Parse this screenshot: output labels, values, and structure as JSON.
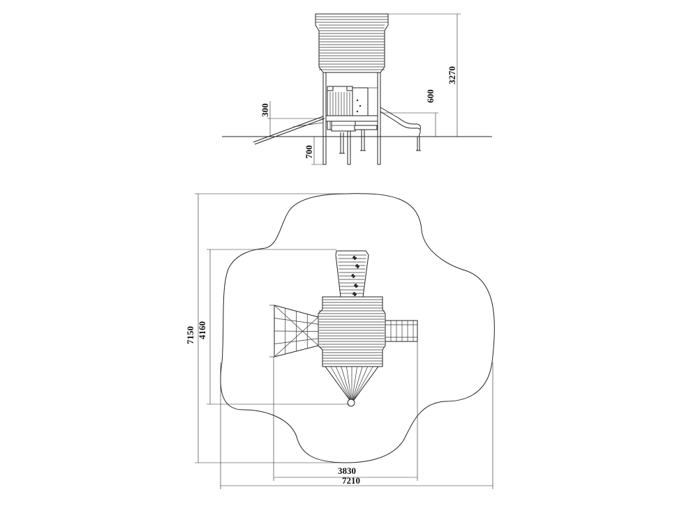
{
  "drawing": {
    "elevation_dimensions": {
      "total_height": "3270",
      "platform_height": "600",
      "ramp_height": "300",
      "footing_depth": "700"
    },
    "plan_dimensions": {
      "safety_zone_height": "7150",
      "equipment_height": "4160",
      "equipment_width": "3830",
      "safety_zone_width": "7210"
    }
  }
}
